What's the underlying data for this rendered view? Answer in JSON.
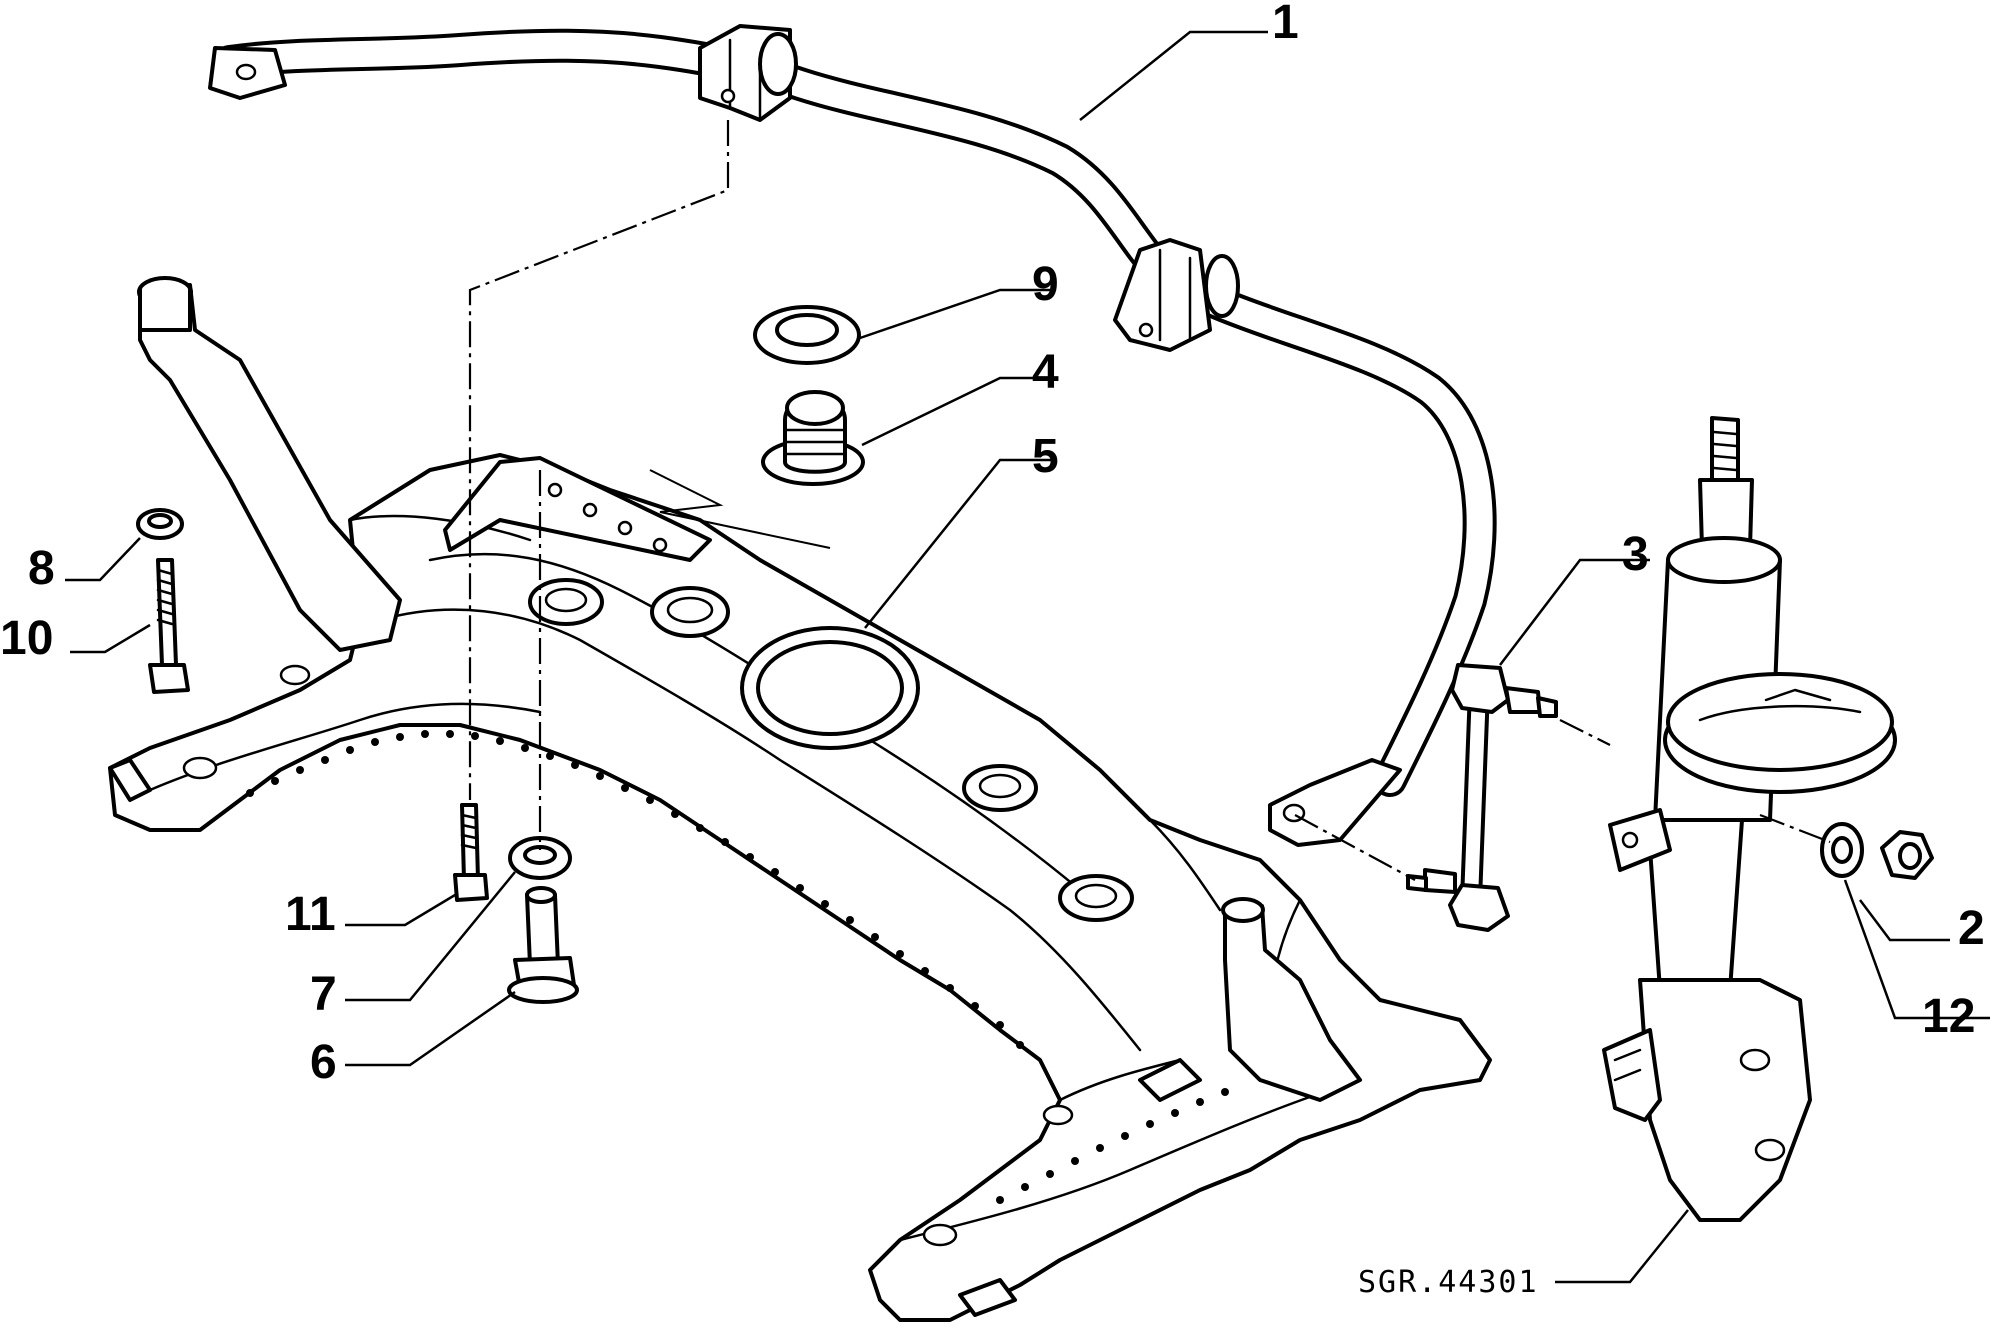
{
  "drawing_code": "SGR.44301",
  "callouts": [
    {
      "id": "1",
      "label": "1"
    },
    {
      "id": "2",
      "label": "2"
    },
    {
      "id": "3",
      "label": "3"
    },
    {
      "id": "4",
      "label": "4"
    },
    {
      "id": "5",
      "label": "5"
    },
    {
      "id": "6",
      "label": "6"
    },
    {
      "id": "7",
      "label": "7"
    },
    {
      "id": "8",
      "label": "8"
    },
    {
      "id": "9",
      "label": "9"
    },
    {
      "id": "10",
      "label": "10"
    },
    {
      "id": "11",
      "label": "11"
    },
    {
      "id": "12",
      "label": "12"
    }
  ]
}
